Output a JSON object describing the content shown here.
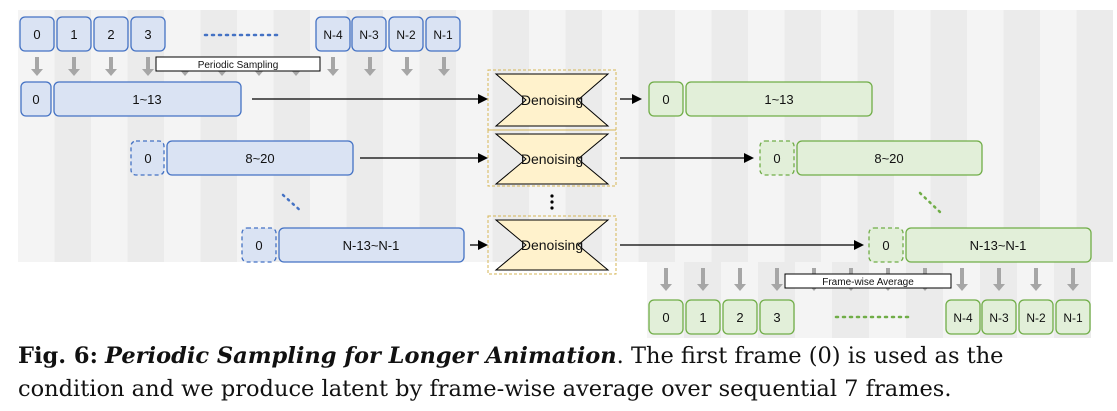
{
  "top_frames": {
    "left": [
      "0",
      "1",
      "2",
      "3"
    ],
    "right": [
      "N-4",
      "N-3",
      "N-2",
      "N-1"
    ]
  },
  "periodic_label": "Periodic Sampling",
  "rows": [
    {
      "cond": "0",
      "range": "1~13",
      "out_cond": "0",
      "out_range": "1~13"
    },
    {
      "cond": "0",
      "range": "8~20",
      "out_cond": "0",
      "out_range": "8~20"
    },
    {
      "cond": "0",
      "range": "N-13~N-1",
      "out_cond": "0",
      "out_range": "N-13~N-1"
    }
  ],
  "denoise_label": "Denoising",
  "frame_avg_label": "Frame-wise Average",
  "bottom_frames": {
    "left": [
      "0",
      "1",
      "2",
      "3"
    ],
    "right": [
      "N-4",
      "N-3",
      "N-2",
      "N-1"
    ]
  },
  "caption": {
    "fig_num": "Fig. 6:",
    "title": "Periodic Sampling for Longer Animation",
    "text": ". The first frame (0) is used as the condition and we produce latent by frame-wise average over sequential 7 frames."
  },
  "colors": {
    "blue_fill": "#dae3f3",
    "blue_stroke": "#4472c4",
    "green_fill": "#e2efd9",
    "green_stroke": "#70ad47",
    "yellow_fill": "#fff2cc",
    "yellow_stroke": "#d6b656"
  }
}
